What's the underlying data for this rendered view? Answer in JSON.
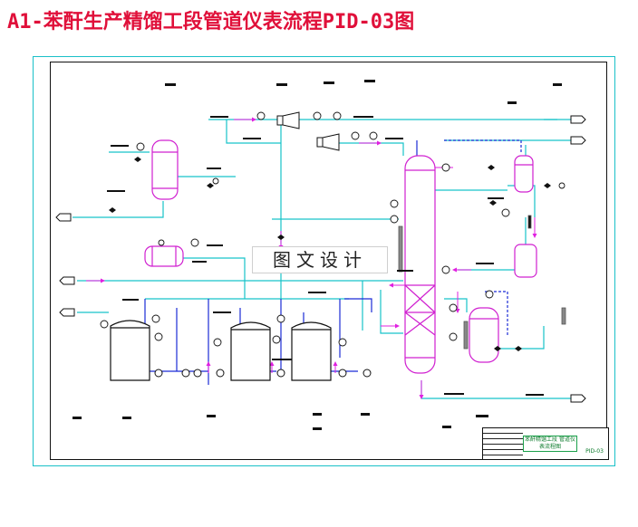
{
  "page": {
    "title": "A1-苯酐生产精馏工段管道仪表流程PID-03图"
  },
  "watermark": {
    "text": "图文设计"
  },
  "title_block": {
    "drawing_name": "苯酐精馏工段 管道仪表流程图",
    "drawing_no": "PID-03"
  },
  "colors": {
    "title": "#e0103a",
    "frame": "#19c0c8",
    "process_line": "#17c3c9",
    "utility_line": "#1a2bd6",
    "signal_line": "#e020e0",
    "equipment": "#d020d0",
    "instrument": "#111111"
  }
}
